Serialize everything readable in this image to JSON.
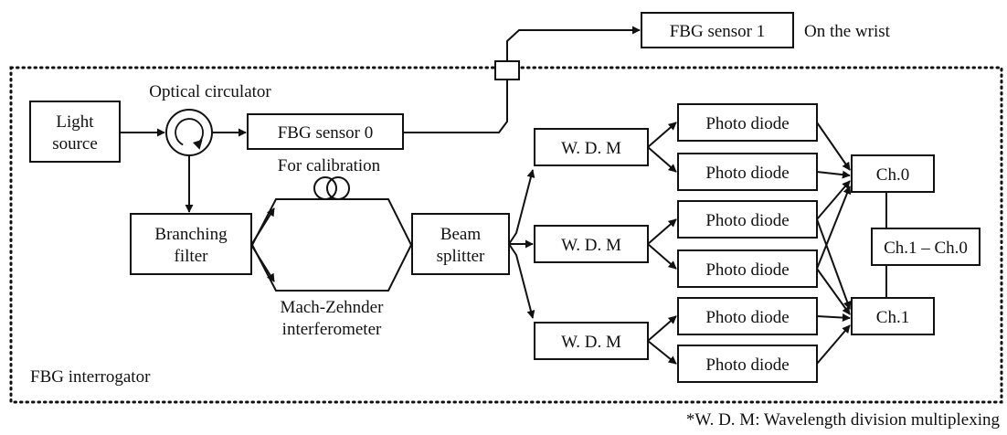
{
  "labels": {
    "light_source_line1": "Light",
    "light_source_line2": "source",
    "optical_circulator": "Optical circulator",
    "fbg_sensor_0": "FBG sensor 0",
    "fbg_sensor_1": "FBG sensor 1",
    "on_the_wrist": "On the wrist",
    "for_calibration": "For calibration",
    "branching_filter_line1": "Branching",
    "branching_filter_line2": "filter",
    "mzi_line1": "Mach-Zehnder",
    "mzi_line2": "interferometer",
    "beam_splitter_line1": "Beam",
    "beam_splitter_line2": "splitter",
    "wdm": "W. D. M",
    "photo_diode": "Photo diode",
    "ch0": "Ch.0",
    "ch1": "Ch.1",
    "ch_diff": "Ch.1 – Ch.0",
    "fbg_interrogator": "FBG interrogator",
    "footnote": "*W. D. M: Wavelength division multiplexing"
  },
  "colors": {
    "line": "#111111",
    "background": "#ffffff"
  }
}
